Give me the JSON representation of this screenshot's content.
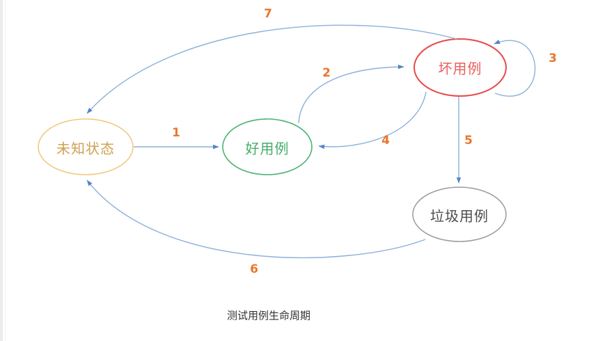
{
  "page": {
    "background": "#ffffff"
  },
  "diagram": {
    "title": "测试用例生命周期",
    "type": "state-diagram",
    "nodes": [
      {
        "id": "unknown-state",
        "label": "未知状态",
        "shape": "ellipse",
        "border_color": "#f3c97f",
        "text_color": "#cfa052"
      },
      {
        "id": "good-case",
        "label": "好用例",
        "shape": "ellipse",
        "border_color": "#4db273",
        "text_color": "#43ad67"
      },
      {
        "id": "bad-case",
        "label": "坏用例",
        "shape": "ellipse",
        "border_color": "#e84a4a",
        "text_color": "#ea5d5d"
      },
      {
        "id": "garbage-case",
        "label": "垃圾用例",
        "shape": "ellipse",
        "border_color": "#9b9b9b",
        "text_color": "#4c4c4c"
      }
    ],
    "edges": [
      {
        "label": "1",
        "from": "unknown-state",
        "to": "good-case"
      },
      {
        "label": "2",
        "from": "good-case",
        "to": "bad-case"
      },
      {
        "label": "3",
        "from": "bad-case",
        "to": "bad-case"
      },
      {
        "label": "4",
        "from": "bad-case",
        "to": "good-case"
      },
      {
        "label": "5",
        "from": "bad-case",
        "to": "garbage-case"
      },
      {
        "label": "6",
        "from": "garbage-case",
        "to": "unknown-state"
      },
      {
        "label": "7",
        "from": "bad-case",
        "to": "unknown-state"
      }
    ],
    "colors": {
      "edge_line": "#8cb0da",
      "arrowhead": "#5584c6",
      "edge_label": "#e8772e",
      "title_text": "#333333"
    }
  }
}
